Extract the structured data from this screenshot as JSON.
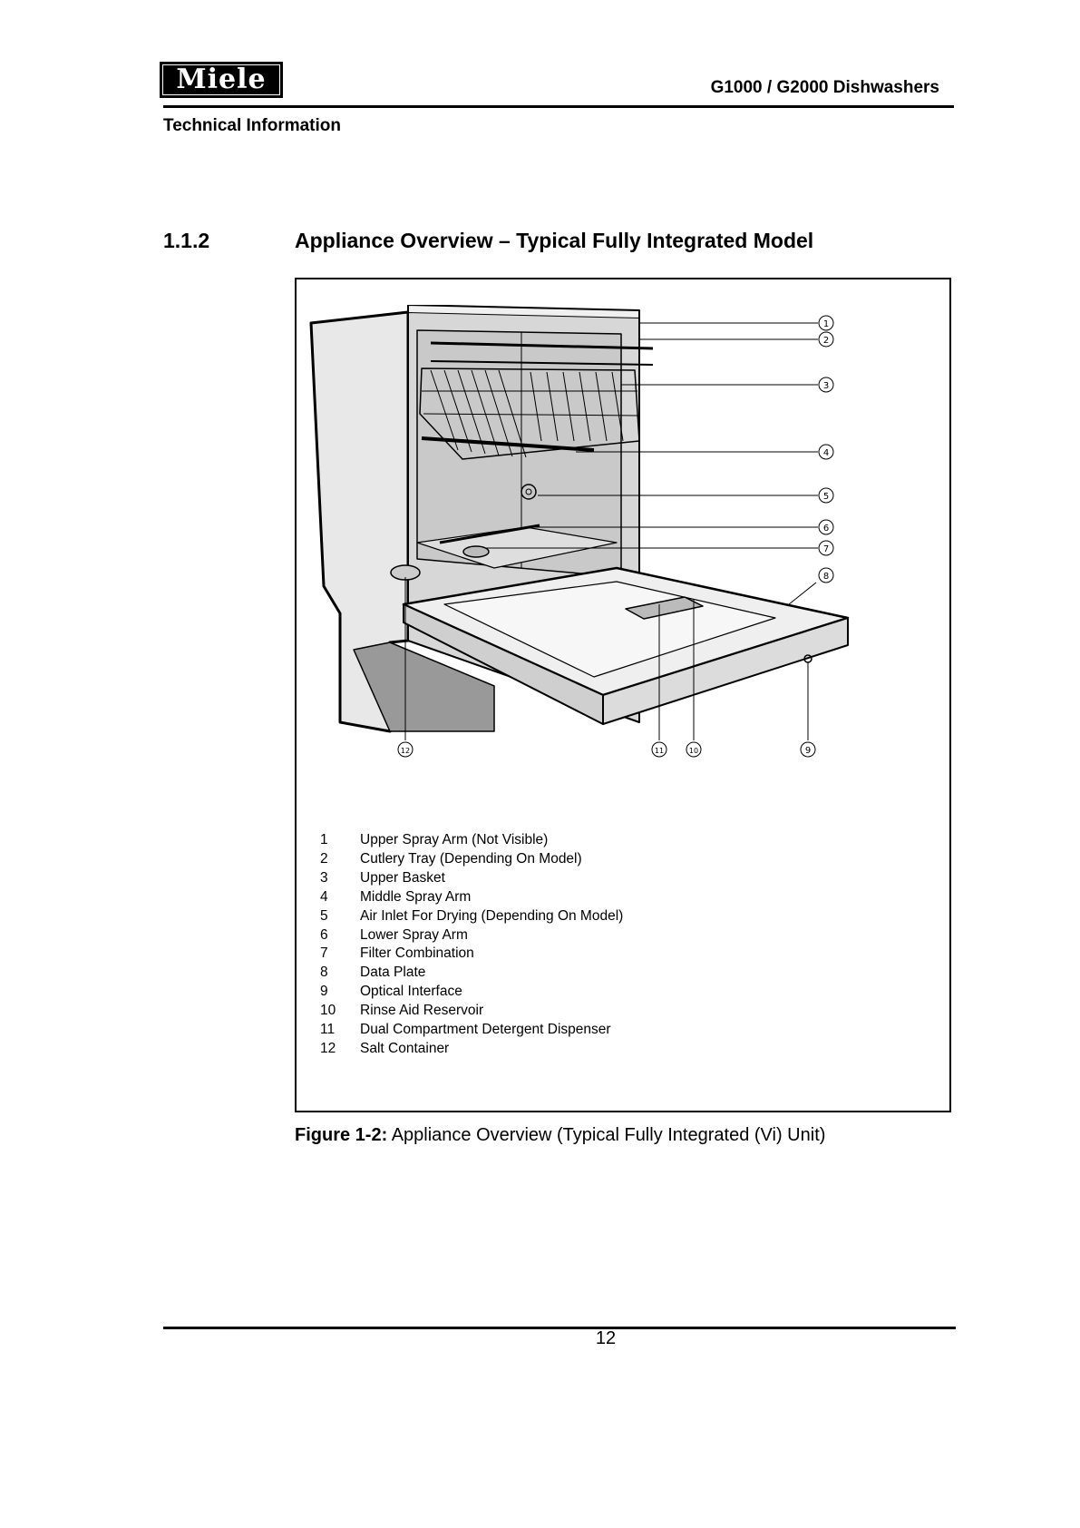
{
  "header": {
    "logo_text": "Miele",
    "doc_title": "G1000 / G2000 Dishwashers",
    "section": "Technical Information"
  },
  "heading": {
    "number": "1.1.2",
    "title": "Appliance Overview – Typical Fully Integrated Model"
  },
  "figure": {
    "callouts": [
      "1",
      "2",
      "3",
      "4",
      "5",
      "6",
      "7",
      "8",
      "9",
      "10",
      "11",
      "12"
    ],
    "legend": [
      {
        "num": "1",
        "label": "Upper Spray Arm (Not Visible)"
      },
      {
        "num": "2",
        "label": "Cutlery Tray (Depending On Model)"
      },
      {
        "num": "3",
        "label": "Upper Basket"
      },
      {
        "num": "4",
        "label": "Middle Spray Arm"
      },
      {
        "num": "5",
        "label": "Air Inlet For Drying (Depending On Model)"
      },
      {
        "num": "6",
        "label": "Lower Spray Arm"
      },
      {
        "num": "7",
        "label": "Filter Combination"
      },
      {
        "num": "8",
        "label": "Data Plate"
      },
      {
        "num": "9",
        "label": "Optical Interface"
      },
      {
        "num": "10",
        "label": "Rinse Aid Reservoir"
      },
      {
        "num": "11",
        "label": "Dual Compartment Detergent Dispenser"
      },
      {
        "num": "12",
        "label": "Salt Container"
      }
    ],
    "caption_label": "Figure 1-2:",
    "caption_text": " Appliance Overview (Typical Fully Integrated (Vi) Unit)"
  },
  "footer": {
    "page_number": "12"
  }
}
